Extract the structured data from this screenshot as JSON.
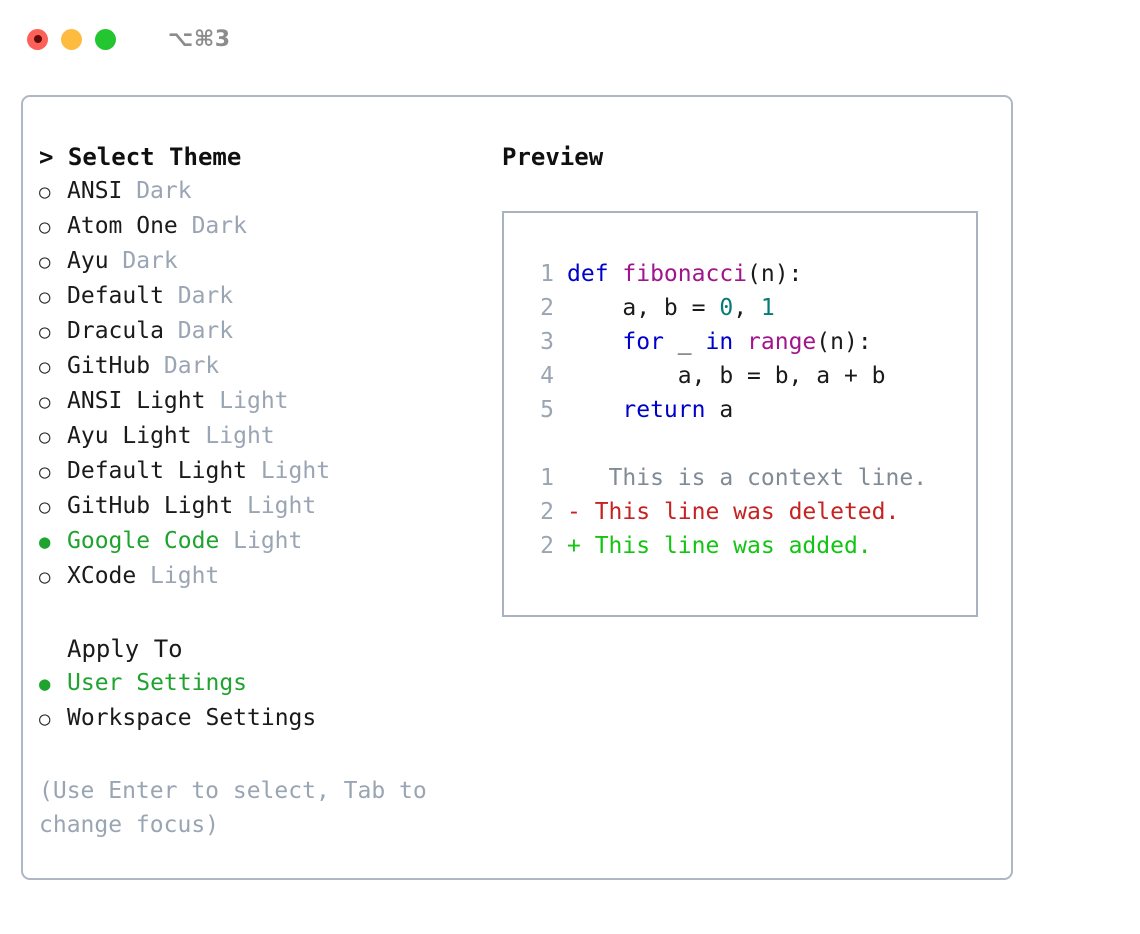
{
  "window": {
    "traffic_lights": [
      {
        "name": "close",
        "color": "#fc6058"
      },
      {
        "name": "minimize",
        "color": "#fdbc40"
      },
      {
        "name": "maximize",
        "color": "#23c531"
      }
    ],
    "shortcut": "⌥⌘3"
  },
  "theme_section": {
    "heading": "> Select Theme",
    "options": [
      {
        "marker": "○",
        "label": "ANSI",
        "badge": "Dark",
        "selected": false
      },
      {
        "marker": "○",
        "label": "Atom One",
        "badge": "Dark",
        "selected": false
      },
      {
        "marker": "○",
        "label": "Ayu",
        "badge": "Dark",
        "selected": false
      },
      {
        "marker": "○",
        "label": "Default",
        "badge": "Dark",
        "selected": false
      },
      {
        "marker": "○",
        "label": "Dracula",
        "badge": "Dark",
        "selected": false
      },
      {
        "marker": "○",
        "label": "GitHub",
        "badge": "Dark",
        "selected": false
      },
      {
        "marker": "○",
        "label": "ANSI Light",
        "badge": "Light",
        "selected": false
      },
      {
        "marker": "○",
        "label": "Ayu Light",
        "badge": "Light",
        "selected": false
      },
      {
        "marker": "○",
        "label": "Default Light",
        "badge": "Light",
        "selected": false
      },
      {
        "marker": "○",
        "label": "GitHub Light",
        "badge": "Light",
        "selected": false
      },
      {
        "marker": "●",
        "label": "Google Code",
        "badge": "Light",
        "selected": true
      },
      {
        "marker": "○",
        "label": "XCode",
        "badge": "Light",
        "selected": false
      }
    ]
  },
  "apply_section": {
    "heading": "Apply To",
    "options": [
      {
        "marker": "●",
        "label": "User Settings",
        "selected": true
      },
      {
        "marker": "○",
        "label": "Workspace Settings",
        "selected": false
      }
    ]
  },
  "hint": "(Use Enter to select, Tab to change focus)",
  "preview": {
    "title": "Preview",
    "code_lines": [
      {
        "lineno": "1",
        "tokens": [
          {
            "text": "def ",
            "type": "kw"
          },
          {
            "text": "fibonacci",
            "type": "fn"
          },
          {
            "text": "(n):",
            "type": "pl"
          }
        ]
      },
      {
        "lineno": "2",
        "tokens": [
          {
            "text": "    a, b = ",
            "type": "pl"
          },
          {
            "text": "0",
            "type": "num"
          },
          {
            "text": ", ",
            "type": "pl"
          },
          {
            "text": "1",
            "type": "num"
          }
        ]
      },
      {
        "lineno": "3",
        "tokens": [
          {
            "text": "    ",
            "type": "pl"
          },
          {
            "text": "for",
            "type": "kw"
          },
          {
            "text": " _ ",
            "type": "pl"
          },
          {
            "text": "in",
            "type": "kw"
          },
          {
            "text": " ",
            "type": "pl"
          },
          {
            "text": "range",
            "type": "fn"
          },
          {
            "text": "(n):",
            "type": "pl"
          }
        ]
      },
      {
        "lineno": "4",
        "tokens": [
          {
            "text": "        a, b = b, a + b",
            "type": "pl"
          }
        ]
      },
      {
        "lineno": "5",
        "tokens": [
          {
            "text": "    ",
            "type": "pl"
          },
          {
            "text": "return",
            "type": "kw"
          },
          {
            "text": " a",
            "type": "pl"
          }
        ]
      }
    ],
    "diff_lines": [
      {
        "lineno": "1",
        "sign": " ",
        "text": "  This is a context line.",
        "type": "ctx"
      },
      {
        "lineno": "2",
        "sign": "-",
        "text": " This line was deleted.",
        "type": "del"
      },
      {
        "lineno": "2",
        "sign": "+",
        "text": " This line was added.",
        "type": "add"
      }
    ]
  },
  "colors": {
    "accent_green": "#1fa32f",
    "muted": "#9aa5b4",
    "keyword": "#0000cc",
    "function": "#a0148c",
    "number": "#057b78",
    "diff_delete": "#c62222",
    "diff_add": "#13c413",
    "border": "#aeb7c3"
  }
}
